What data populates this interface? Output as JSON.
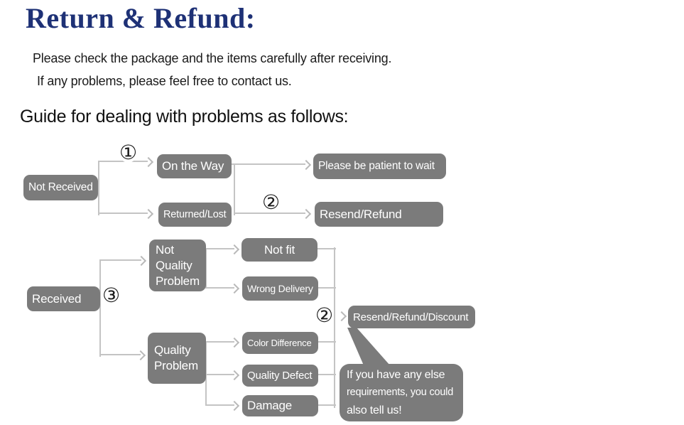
{
  "header": {
    "title": "Return & Refund:",
    "line1": "Please check the package and the items carefully after receiving.",
    "line2": "If any problems, please feel free to contact us.",
    "guide": "Guide for dealing with problems as follows:"
  },
  "flowchart": {
    "steps": {
      "one": "①",
      "two": "②",
      "three": "③"
    },
    "nodes": {
      "not_received": "Not Received",
      "on_the_way": "On the Way",
      "returned_lost": "Returned/Lost",
      "please_wait": "Please be patient to wait",
      "resend_refund": "Resend/Refund",
      "received": "Received",
      "not_quality_problem": "Not Quality Problem",
      "not_fit": "Not fit",
      "wrong_delivery": "Wrong Delivery",
      "quality_problem": "Quality Problem",
      "color_difference": "Color Difference",
      "quality_defect": "Quality Defect",
      "damage": "Damage",
      "resend_refund_discount": "Resend/Refund/Discount"
    },
    "bubble_lines": {
      "0": "If you have any else",
      "1": "requirements, you could",
      "2": "also tell us!"
    }
  },
  "colors": {
    "title_blue": "#1e3176",
    "box_gray": "#7b7b7b",
    "connector_gray": "#c4c4c4",
    "text_on_box": "#ffffff"
  }
}
